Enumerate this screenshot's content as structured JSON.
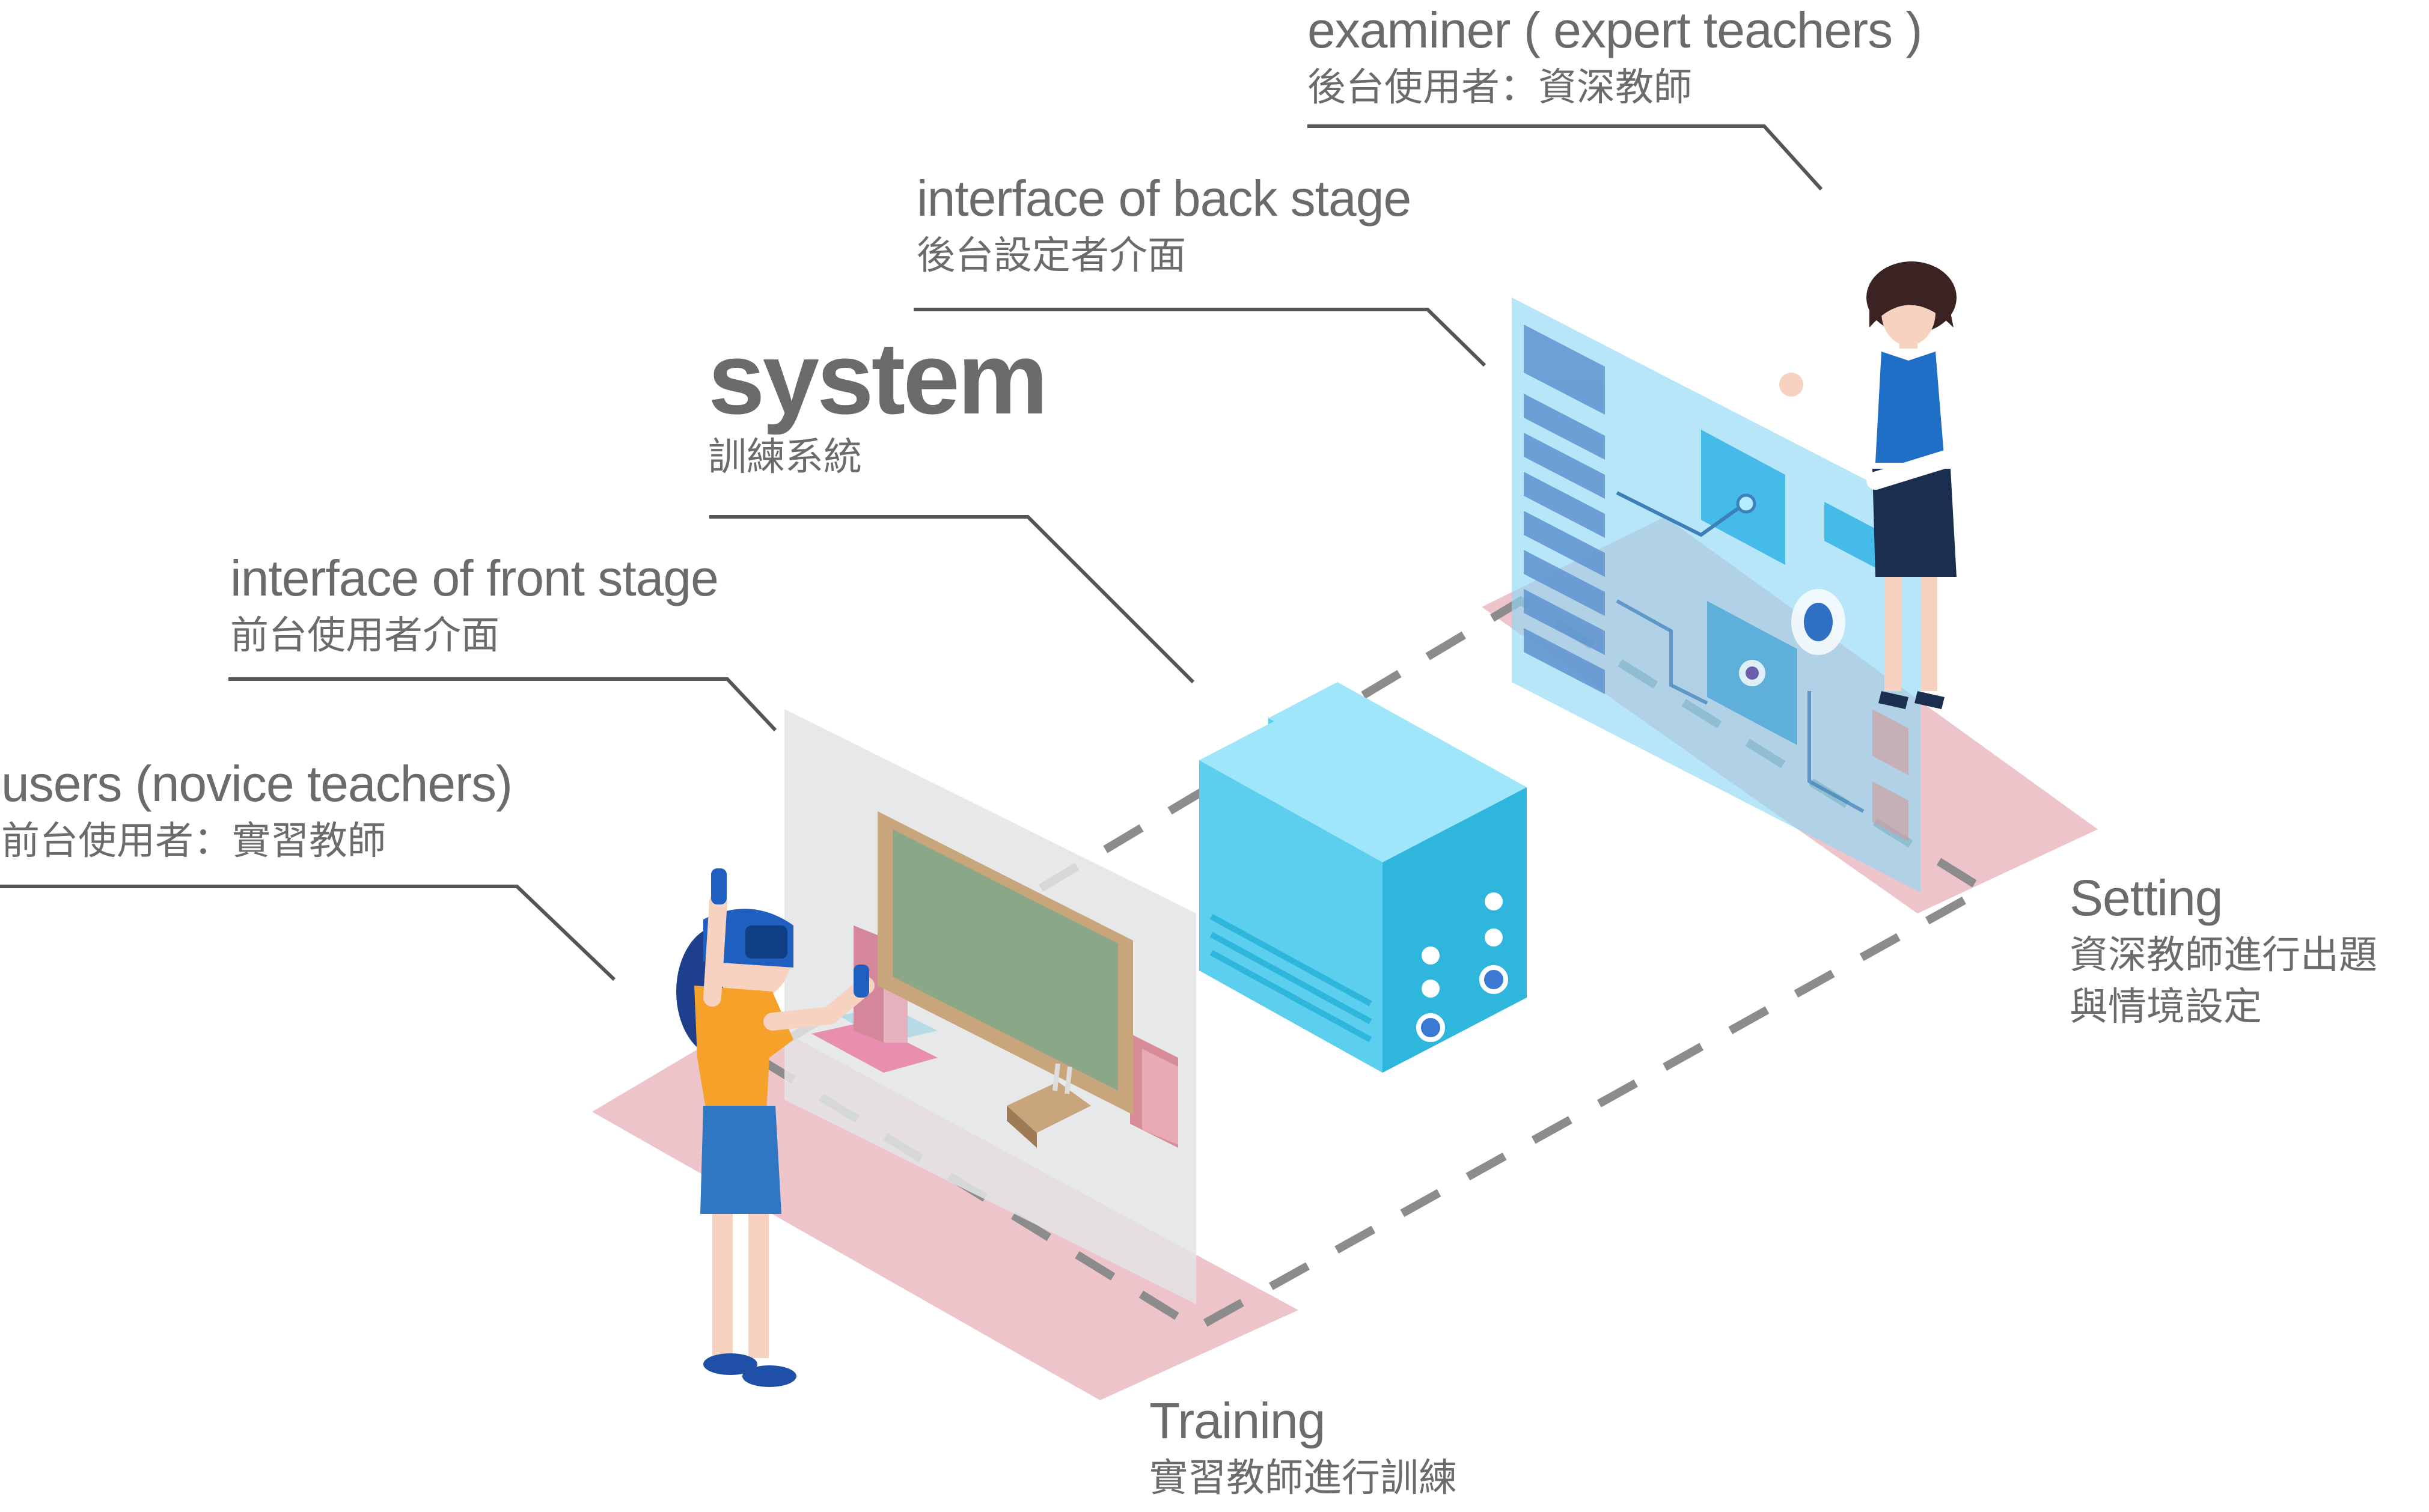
{
  "labels": {
    "examiner": {
      "en": "examiner ( expert teachers )",
      "zh": "後台使用者：資深教師"
    },
    "back_stage": {
      "en": "interface of back stage",
      "zh": "後台設定者介面"
    },
    "system": {
      "en": "system",
      "zh": "訓練系統"
    },
    "front_stage": {
      "en": "interface of front stage",
      "zh": "前台使用者介面"
    },
    "users": {
      "en": "users (novice teachers)",
      "zh": "前台使用者：實習教師"
    },
    "setting": {
      "en": "Setting",
      "zh_line1": "資深教師進行出題",
      "zh_line2": "與情境設定"
    },
    "training": {
      "en": "Training",
      "zh": "實習教師進行訓練"
    }
  },
  "colors": {
    "text": "#6b6b6b",
    "leader_line": "#555555",
    "dashed_path": "#8c8c8c",
    "floor_pink": "#eec4cb",
    "server_front": "#5ccfee",
    "server_side": "#2fb6dc",
    "server_top": "#9fe6fb",
    "back_panel": "#8fd8f5",
    "front_panel": "#e3e4e5",
    "chalkboard": "#8aa888",
    "board_frame": "#c8a57a"
  },
  "icons": {
    "server": "server-tower-icon",
    "teacher": "expert-teacher-figure",
    "student": "novice-teacher-vr-figure",
    "chalkboard": "chalkboard-icon",
    "books": "books-icon"
  }
}
